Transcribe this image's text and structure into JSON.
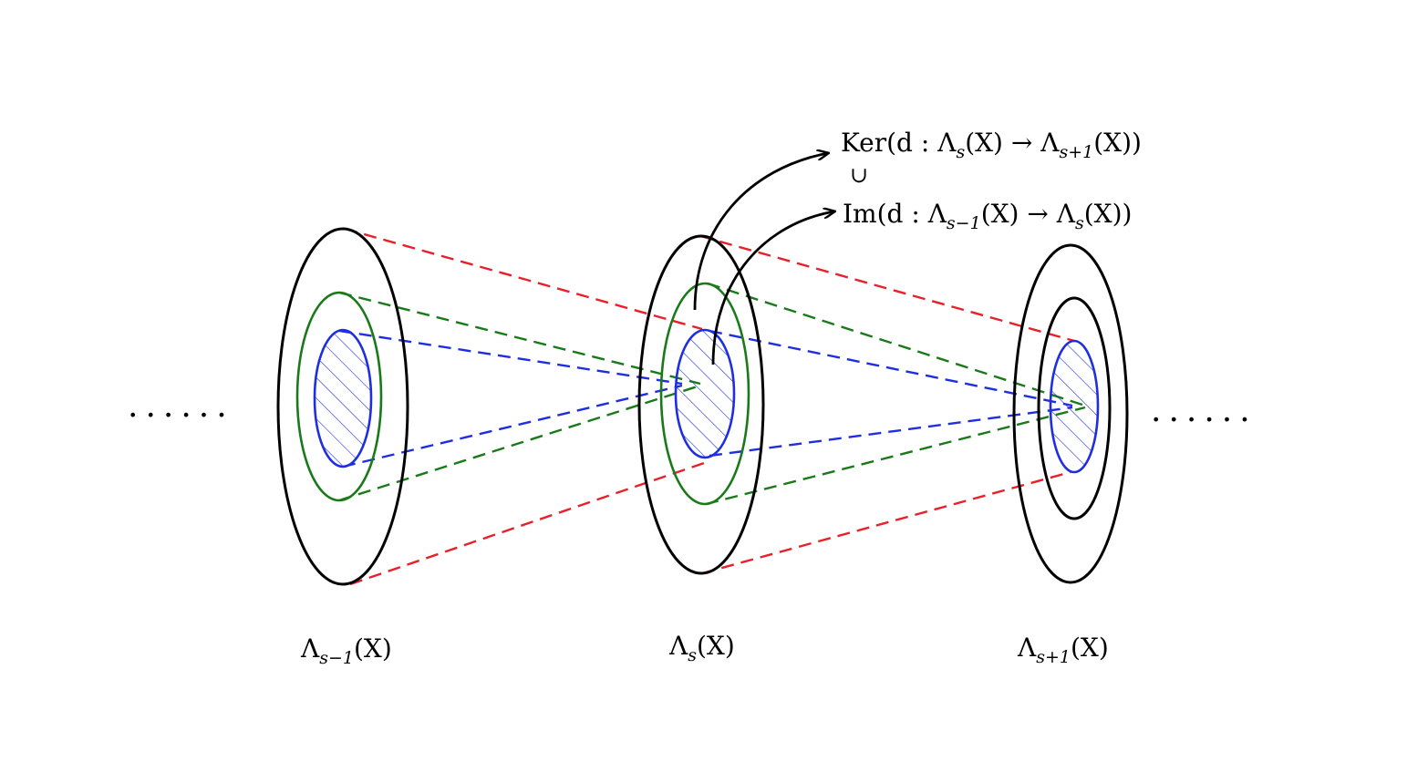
{
  "labels": {
    "space_prev": {
      "base": "Λ",
      "sub": "s−1",
      "arg": "(X)"
    },
    "space_curr": {
      "base": "Λ",
      "sub": "s",
      "arg": "(X)"
    },
    "space_next": {
      "base": "Λ",
      "sub": "s+1",
      "arg": "(X)"
    }
  },
  "annotations": {
    "kernel": {
      "prefix": "Ker(d : Λ",
      "sub1": "s",
      "mid": "(X) → Λ",
      "sub2": "s+1",
      "suffix": "(X))"
    },
    "subset_symbol": "∪",
    "image": {
      "prefix": "Im(d : Λ",
      "sub1": "s−1",
      "mid": "(X) → Λ",
      "sub2": "s",
      "suffix": "(X))"
    }
  },
  "ellipsis_left": "......",
  "ellipsis_right": "......",
  "colors": {
    "outline": "#000000",
    "red": "#e8202a",
    "green": "#1a7a1a",
    "blue": "#1f2fe0"
  }
}
